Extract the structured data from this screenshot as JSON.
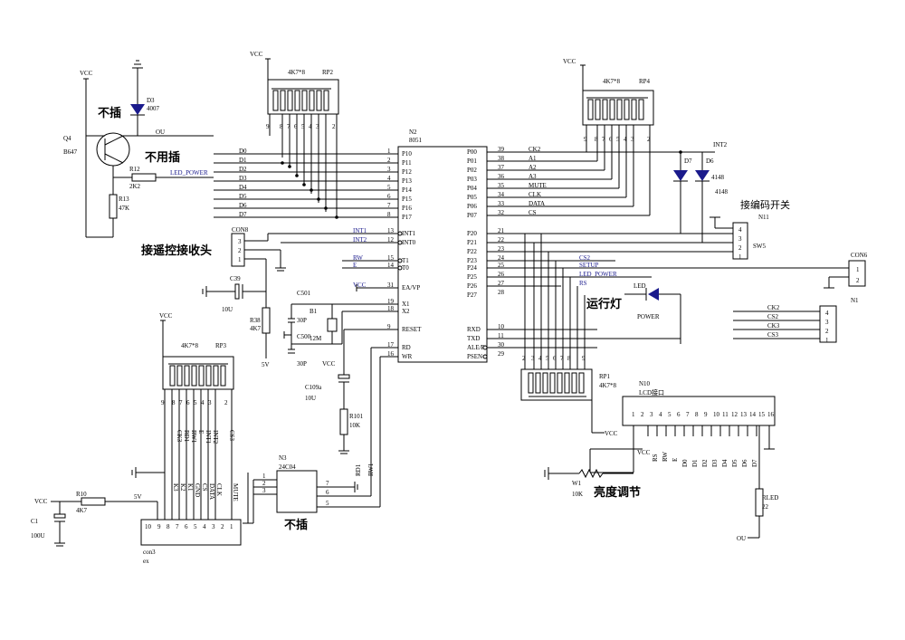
{
  "vcc": "VCC",
  "five_v": "5V",
  "ou": "OU",
  "annotations": {
    "no_insert_top": "不插",
    "not_needed": "不用插",
    "remote_header": "接遥控接收头",
    "encoder_switch": "接编码开关",
    "run_led": "运行灯",
    "brightness": "亮度调节",
    "no_insert_bottom": "不插"
  },
  "mcu": {
    "ref": "N2",
    "part": "8051",
    "left_pins": [
      {
        "num": "1",
        "name": "P10",
        "net": "D0"
      },
      {
        "num": "2",
        "name": "P11",
        "net": "D1"
      },
      {
        "num": "3",
        "name": "P12",
        "net": "D2"
      },
      {
        "num": "4",
        "name": "P13",
        "net": "D3"
      },
      {
        "num": "5",
        "name": "P14",
        "net": "D4"
      },
      {
        "num": "6",
        "name": "P15",
        "net": "D5"
      },
      {
        "num": "7",
        "name": "P16",
        "net": "D6"
      },
      {
        "num": "8",
        "name": "P17",
        "net": "D7"
      },
      {
        "num": "13",
        "name": "INT1",
        "net": "INT1"
      },
      {
        "num": "12",
        "name": "INT0",
        "net": "INT2"
      },
      {
        "num": "15",
        "name": "T1",
        "net": "RW"
      },
      {
        "num": "14",
        "name": "T0",
        "net": "E"
      },
      {
        "num": "31",
        "name": "EA/VP",
        "net": "VCC"
      },
      {
        "num": "19",
        "name": "X1",
        "net": ""
      },
      {
        "num": "18",
        "name": "X2",
        "net": ""
      },
      {
        "num": "9",
        "name": "RESET",
        "net": ""
      },
      {
        "num": "17",
        "name": "RD",
        "net": ""
      },
      {
        "num": "16",
        "name": "WR",
        "net": ""
      }
    ],
    "right_pins": [
      {
        "num": "39",
        "name": "P00",
        "net": "CK2"
      },
      {
        "num": "38",
        "name": "P01",
        "net": "A1"
      },
      {
        "num": "37",
        "name": "P02",
        "net": "A2"
      },
      {
        "num": "36",
        "name": "P03",
        "net": "A3"
      },
      {
        "num": "35",
        "name": "P04",
        "net": "MUTE"
      },
      {
        "num": "34",
        "name": "P05",
        "net": "CLK"
      },
      {
        "num": "33",
        "name": "P06",
        "net": "DATA"
      },
      {
        "num": "32",
        "name": "P07",
        "net": "CS"
      },
      {
        "num": "21",
        "name": "P20",
        "net": ""
      },
      {
        "num": "22",
        "name": "P21",
        "net": ""
      },
      {
        "num": "23",
        "name": "P22",
        "net": ""
      },
      {
        "num": "24",
        "name": "P23",
        "net": "CS2"
      },
      {
        "num": "25",
        "name": "P24",
        "net": "SETUP"
      },
      {
        "num": "26",
        "name": "P25",
        "net": "LED_POWER"
      },
      {
        "num": "27",
        "name": "P26",
        "net": "RS"
      },
      {
        "num": "28",
        "name": "P27",
        "net": ""
      },
      {
        "num": "10",
        "name": "RXD",
        "net": ""
      },
      {
        "num": "11",
        "name": "TXD",
        "net": ""
      },
      {
        "num": "30",
        "name": "ALE/P",
        "net": ""
      },
      {
        "num": "29",
        "name": "PSEN",
        "net": ""
      }
    ]
  },
  "rp2": {
    "ref": "RP2",
    "value": "4K7*8",
    "pins": [
      "9",
      "8",
      "7",
      "6",
      "5",
      "4",
      "3",
      "2"
    ]
  },
  "rp4": {
    "ref": "RP4",
    "value": "4K7*8",
    "pins": [
      "9",
      "8",
      "7",
      "6",
      "5",
      "4",
      "3",
      "2"
    ]
  },
  "rp3": {
    "ref": "RP3",
    "value": "4K7*8",
    "pins": [
      "9",
      "8",
      "7",
      "6",
      "5",
      "4",
      "3",
      "2"
    ],
    "nets": [
      "CK3",
      "RD1",
      "RW1",
      "E",
      "INT1",
      "INT2",
      "CS3"
    ]
  },
  "rp1": {
    "ref": "RP1",
    "value": "4K7*8",
    "pins": [
      "2",
      "3",
      "4",
      "5",
      "6",
      "7",
      "8",
      "9"
    ]
  },
  "q4": {
    "ref": "Q4",
    "part": "B647"
  },
  "d3": {
    "ref": "D3",
    "part": "4007"
  },
  "r12": {
    "ref": "R12",
    "value": "2K2",
    "net": "LED_POWER"
  },
  "r13": {
    "ref": "R13",
    "value": "47K"
  },
  "con8": {
    "ref": "CON8",
    "pins": [
      "3",
      "2",
      "1"
    ]
  },
  "c39": {
    "ref": "C39",
    "value": "10U"
  },
  "r38": {
    "ref": "R38",
    "value": "4K7"
  },
  "crystal": {
    "ref": "B1",
    "value": "12M",
    "c1_ref": "C501",
    "c1_val": "30P",
    "c2_ref": "C500",
    "c2_val": "30P"
  },
  "c109a": {
    "ref": "C109a",
    "value": "10U"
  },
  "r101": {
    "ref": "R101",
    "value": "10K"
  },
  "d7": {
    "ref": "D7",
    "part": "4148"
  },
  "d6": {
    "ref": "D6",
    "part": "4148"
  },
  "int2_label": "INT2",
  "n11": {
    "ref": "N11",
    "pins": [
      "4",
      "3",
      "2",
      "1"
    ],
    "sw": "SW5"
  },
  "con6": {
    "ref": "CON6",
    "pins": [
      "1",
      "2"
    ]
  },
  "led": {
    "ref": "LED",
    "net": "POWER"
  },
  "n1": {
    "ref": "N1",
    "pins": [
      "4",
      "3",
      "2",
      "1"
    ],
    "nets": [
      "CK2",
      "CS2",
      "CK3",
      "CS3"
    ]
  },
  "lcd": {
    "ref": "N10",
    "title": "LCD接口",
    "pins": [
      "1",
      "2",
      "3",
      "4",
      "5",
      "6",
      "7",
      "8",
      "9",
      "10",
      "11",
      "12",
      "13",
      "14",
      "15",
      "16"
    ],
    "nets": [
      "VCC",
      "RS",
      "RW",
      "E",
      "D0",
      "D1",
      "D2",
      "D3",
      "D4",
      "D5",
      "D6",
      "D7"
    ]
  },
  "w1": {
    "ref": "W1",
    "value": "10K"
  },
  "rled": {
    "ref": "RLED",
    "value": "22"
  },
  "n3": {
    "ref": "N3",
    "part": "24C04",
    "pins_left": [
      "1",
      "2",
      "3"
    ],
    "pins_right": [
      "7",
      "6",
      "5"
    ],
    "nets": [
      "RD1",
      "RW1"
    ]
  },
  "r10": {
    "ref": "R10",
    "value": "4K7"
  },
  "c1": {
    "ref": "C1",
    "value": "100U"
  },
  "con3": {
    "ref": "con3",
    "sub": "ex",
    "pins": [
      "10",
      "9",
      "8",
      "7",
      "6",
      "5",
      "4",
      "3",
      "2",
      "1"
    ],
    "nets": [
      "K3",
      "K2",
      "K1",
      "GND",
      "CS",
      "DATA",
      "CLK",
      "MUTE"
    ]
  }
}
